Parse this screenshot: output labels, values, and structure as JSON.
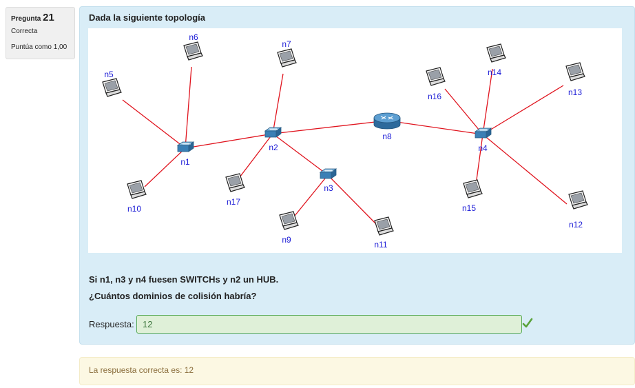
{
  "question_info": {
    "label": "Pregunta",
    "number": "21",
    "state": "Correcta",
    "grade": "Puntúa como 1,00"
  },
  "question": {
    "title": "Dada la siguiente topología",
    "line1": "Si n1, n3 y n4 fuesen SWITCHs y n2 un HUB.",
    "line2": "¿Cuántos dominios de colisión habría?",
    "answer_label": "Respuesta:",
    "answer_value": "12",
    "answer_status": "correct"
  },
  "feedback": {
    "text": "La respuesta correcta es: 12"
  },
  "topology": {
    "nodes": [
      {
        "id": "n1",
        "type": "switch"
      },
      {
        "id": "n2",
        "type": "switch"
      },
      {
        "id": "n3",
        "type": "switch"
      },
      {
        "id": "n4",
        "type": "switch"
      },
      {
        "id": "n5",
        "type": "laptop"
      },
      {
        "id": "n6",
        "type": "laptop"
      },
      {
        "id": "n7",
        "type": "laptop"
      },
      {
        "id": "n8",
        "type": "router"
      },
      {
        "id": "n9",
        "type": "laptop"
      },
      {
        "id": "n10",
        "type": "laptop"
      },
      {
        "id": "n11",
        "type": "laptop"
      },
      {
        "id": "n12",
        "type": "laptop"
      },
      {
        "id": "n13",
        "type": "laptop"
      },
      {
        "id": "n14",
        "type": "laptop"
      },
      {
        "id": "n15",
        "type": "laptop"
      },
      {
        "id": "n16",
        "type": "laptop"
      },
      {
        "id": "n17",
        "type": "laptop"
      }
    ],
    "links": [
      [
        "n1",
        "n5"
      ],
      [
        "n1",
        "n6"
      ],
      [
        "n1",
        "n10"
      ],
      [
        "n1",
        "n2"
      ],
      [
        "n2",
        "n7"
      ],
      [
        "n2",
        "n17"
      ],
      [
        "n2",
        "n3"
      ],
      [
        "n2",
        "n8"
      ],
      [
        "n3",
        "n9"
      ],
      [
        "n3",
        "n11"
      ],
      [
        "n8",
        "n4"
      ],
      [
        "n4",
        "n16"
      ],
      [
        "n4",
        "n14"
      ],
      [
        "n4",
        "n13"
      ],
      [
        "n4",
        "n15"
      ],
      [
        "n4",
        "n12"
      ]
    ]
  },
  "colors": {
    "link": "#e0141e",
    "label": "#1a1ad6",
    "panel_bg": "#d9edf7",
    "correct_bg": "#dff0d8",
    "correct_border": "#56a955",
    "feedback_bg": "#fcf8e3"
  }
}
